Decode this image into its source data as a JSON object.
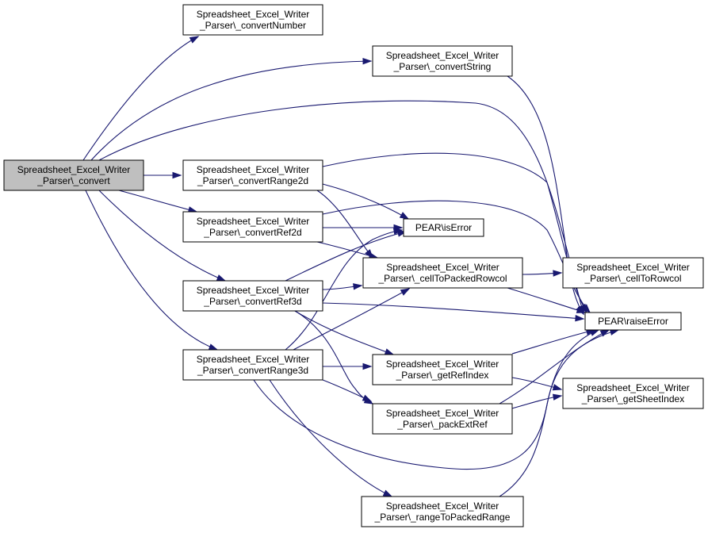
{
  "nodes": {
    "convert": [
      "Spreadsheet_Excel_Writer",
      "_Parser\\_convert"
    ],
    "convertNumber": [
      "Spreadsheet_Excel_Writer",
      "_Parser\\_convertNumber"
    ],
    "convertString": [
      "Spreadsheet_Excel_Writer",
      "_Parser\\_convertString"
    ],
    "convertRange2d": [
      "Spreadsheet_Excel_Writer",
      "_Parser\\_convertRange2d"
    ],
    "convertRef2d": [
      "Spreadsheet_Excel_Writer",
      "_Parser\\_convertRef2d"
    ],
    "convertRef3d": [
      "Spreadsheet_Excel_Writer",
      "_Parser\\_convertRef3d"
    ],
    "convertRange3d": [
      "Spreadsheet_Excel_Writer",
      "_Parser\\_convertRange3d"
    ],
    "isError": [
      "PEAR\\isError"
    ],
    "cellToPackedRowcol": [
      "Spreadsheet_Excel_Writer",
      "_Parser\\_cellToPackedRowcol"
    ],
    "getRefIndex": [
      "Spreadsheet_Excel_Writer",
      "_Parser\\_getRefIndex"
    ],
    "packExtRef": [
      "Spreadsheet_Excel_Writer",
      "_Parser\\_packExtRef"
    ],
    "rangeToPackedRange": [
      "Spreadsheet_Excel_Writer",
      "_Parser\\_rangeToPackedRange"
    ],
    "cellToRowcol": [
      "Spreadsheet_Excel_Writer",
      "_Parser\\_cellToRowcol"
    ],
    "raiseError": [
      "PEAR\\raiseError"
    ],
    "getSheetIndex": [
      "Spreadsheet_Excel_Writer",
      "_Parser\\_getSheetIndex"
    ]
  },
  "edges": [
    [
      "convert",
      "convertNumber"
    ],
    [
      "convert",
      "convertString"
    ],
    [
      "convert",
      "convertRange2d"
    ],
    [
      "convert",
      "convertRef2d"
    ],
    [
      "convert",
      "convertRef3d"
    ],
    [
      "convert",
      "convertRange3d"
    ],
    [
      "convert",
      "raiseError"
    ],
    [
      "convertString",
      "raiseError"
    ],
    [
      "convertRange2d",
      "isError"
    ],
    [
      "convertRange2d",
      "cellToPackedRowcol"
    ],
    [
      "convertRange2d",
      "raiseError"
    ],
    [
      "convertRef2d",
      "isError"
    ],
    [
      "convertRef2d",
      "cellToPackedRowcol"
    ],
    [
      "convertRef2d",
      "raiseError"
    ],
    [
      "convertRef3d",
      "isError"
    ],
    [
      "convertRef3d",
      "cellToPackedRowcol"
    ],
    [
      "convertRef3d",
      "getRefIndex"
    ],
    [
      "convertRef3d",
      "packExtRef"
    ],
    [
      "convertRef3d",
      "raiseError"
    ],
    [
      "convertRange3d",
      "isError"
    ],
    [
      "convertRange3d",
      "cellToPackedRowcol"
    ],
    [
      "convertRange3d",
      "getRefIndex"
    ],
    [
      "convertRange3d",
      "packExtRef"
    ],
    [
      "convertRange3d",
      "rangeToPackedRange"
    ],
    [
      "convertRange3d",
      "raiseError"
    ],
    [
      "cellToPackedRowcol",
      "cellToRowcol"
    ],
    [
      "cellToPackedRowcol",
      "raiseError"
    ],
    [
      "getRefIndex",
      "raiseError"
    ],
    [
      "getRefIndex",
      "getSheetIndex"
    ],
    [
      "packExtRef",
      "raiseError"
    ],
    [
      "packExtRef",
      "getSheetIndex"
    ],
    [
      "rangeToPackedRange",
      "raiseError"
    ]
  ],
  "colors": {
    "edge": "#191970",
    "root_fill": "#bfbfbf",
    "node_fill": "#ffffff",
    "node_border": "#000000"
  }
}
